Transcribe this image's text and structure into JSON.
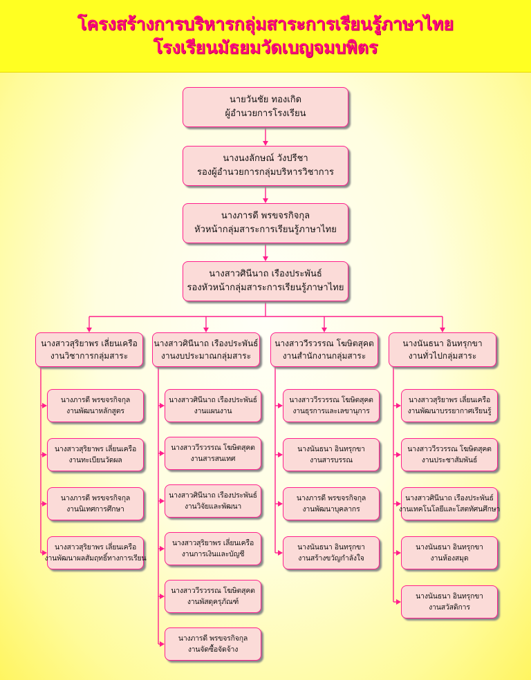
{
  "title": {
    "line1": "โครงสร้างการบริหารกลุ่มสาระการเรียนรู้ภาษาไทย",
    "line2": "โรงเรียนมัธยมวัดเบญจมบพิตร"
  },
  "colors": {
    "background": "#ffff22",
    "title_text": "#ff0a7a",
    "box_fill": "#fbdbd8",
    "box_border": "#ff1e8c",
    "connector": "#ff1e8c"
  },
  "top_chain": [
    {
      "name": "นายวันชัย ทองเกิด",
      "role": "ผู้อำนวยการโรงเรียน"
    },
    {
      "name": "นางนงลักษณ์ วังปรีชา",
      "role": "รองผู้อำนวยการกลุ่มบริหารวิชาการ"
    },
    {
      "name": "นางภารดี พรขจรกิจกุล",
      "role": "หัวหน้ากลุ่มสาระการเรียนรู้ภาษาไทย"
    },
    {
      "name": "นางสาวศินีนาถ เรืองประพันธ์",
      "role": "รองหัวหน้ากลุ่มสาระการเรียนรู้ภาษาไทย"
    }
  ],
  "branches": [
    {
      "head": {
        "name": "นางสาวสุริยาพร เลี่ยนเครือ",
        "role": "งานวิชาการกลุ่มสาระ"
      },
      "items": [
        {
          "name": "นางภารดี พรขจรกิจกุล",
          "role": "งานพัฒนาหลักสูตร"
        },
        {
          "name": "นางสาวสุริยาพร เลี่ยนเครือ",
          "role": "งานทะเบียนวัดผล"
        },
        {
          "name": "นางภารดี พรขจรกิจกุล",
          "role": "งานนิเทศการศึกษา"
        },
        {
          "name": "นางสาวสุริยาพร เลี่ยนเครือ",
          "role": "งานพัฒนาผลสัมฤทธิ์ทางการเรียน"
        }
      ]
    },
    {
      "head": {
        "name": "นางสาวศินีนาถ เรืองประพันธ์",
        "role": "งานงบประมาณกลุ่มสาระ"
      },
      "items": [
        {
          "name": "นางสาวศินีนาถ เรืองประพันธ์",
          "role": "งานแผนงาน"
        },
        {
          "name": "นางสาววีรวรรณ โฆษิตสุคต",
          "role": "งานสารสนเทศ"
        },
        {
          "name": "นางสาวศินีนาถ เรืองประพันธ์",
          "role": "งานวิจัยและพัฒนา"
        },
        {
          "name": "นางสาวสุริยาพร เลี่ยนเครือ",
          "role": "งานการเงินและบัญชี"
        },
        {
          "name": "นางสาววีรวรรณ โฆษิตสุคต",
          "role": "งานพัสดุครุภัณฑ์"
        },
        {
          "name": "นางภารดี พรขจรกิจกุล",
          "role": "งานจัดซื้อจัดจ้าง"
        }
      ]
    },
    {
      "head": {
        "name": "นางสาววีรวรรณ โฆษิตสุคต",
        "role": "งานสำนักงานกลุ่มสาระ"
      },
      "items": [
        {
          "name": "นางสาววีรวรรณ โฆษิตสุคต",
          "role": "งานธุรการและเลขานุการ"
        },
        {
          "name": "นางนันธนา อินทรุกขา",
          "role": "งานสารบรรณ"
        },
        {
          "name": "นางภารดี พรขจรกิจกุล",
          "role": "งานพัฒนาบุคลากร"
        },
        {
          "name": "นางนันธนา อินทรุกขา",
          "role": "งานสร้างขวัญกำลังใจ"
        }
      ]
    },
    {
      "head": {
        "name": "นางนันธนา อินทรุกขา",
        "role": "งานทั่วไปกลุ่มสาระ"
      },
      "items": [
        {
          "name": "นางสาวสุริยาพร เลี่ยนเครือ",
          "role": "งานพัฒนาบรรยากาศเรียนรู้"
        },
        {
          "name": "นางสาววีรวรรณ โฆษิตสุคต",
          "role": "งานประชาสัมพันธ์"
        },
        {
          "name": "นางสาวศินีนาถ เรืองประพันธ์",
          "role": "งานเทคโนโลยีและโสตทัศนศึกษา"
        },
        {
          "name": "นางนันธนา อินทรุกขา",
          "role": "งานห้องสมุด"
        },
        {
          "name": "นางนันธนา อินทรุกขา",
          "role": "งานสวัสดิการ"
        }
      ]
    }
  ]
}
